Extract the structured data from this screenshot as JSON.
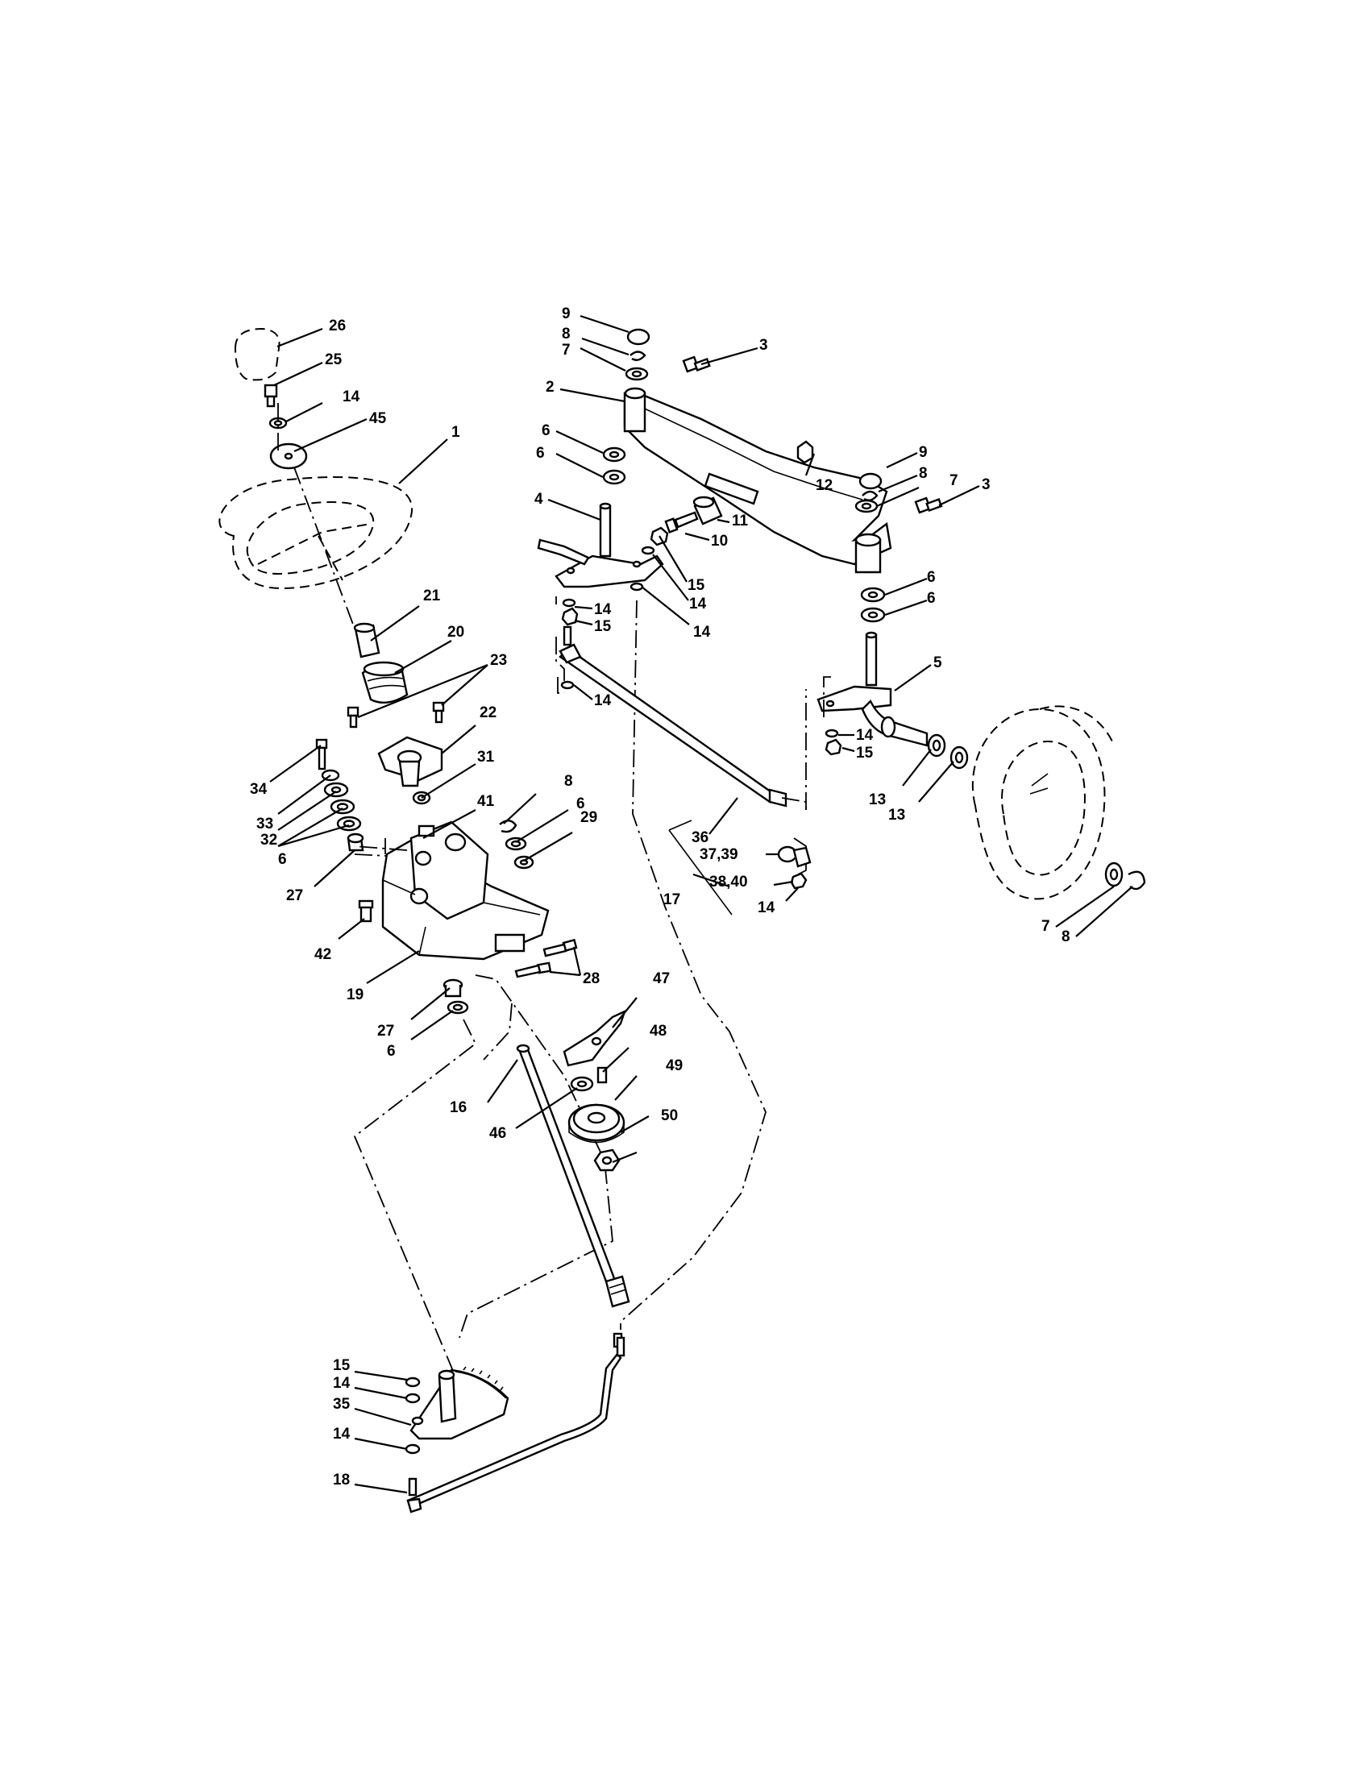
{
  "labels": {
    "l26": "26",
    "l25": "25",
    "l14a": "14",
    "l45": "45",
    "l1": "1",
    "l21": "21",
    "l20": "20",
    "l23": "23",
    "l22": "22",
    "l34": "34",
    "l33": "33",
    "l32": "32",
    "l6a": "6",
    "l31": "31",
    "l41": "41",
    "l8a": "8",
    "l6b": "6",
    "l29": "29",
    "l27a": "27",
    "l42": "42",
    "l19": "19",
    "l28": "28",
    "l27b": "27",
    "l6c": "6",
    "l9a": "9",
    "l8b": "8",
    "l7a": "7",
    "l3a": "3",
    "l2": "2",
    "l6d": "6",
    "l6e": "6",
    "l12": "12",
    "l4": "4",
    "l11": "11",
    "l10": "10",
    "l15a": "15",
    "l14b": "14",
    "l14c": "14",
    "l15b": "15",
    "l14d": "14",
    "l14e": "14",
    "l9b": "9",
    "l8c": "8",
    "l7b": "7",
    "l3b": "3",
    "l6f": "6",
    "l6g": "6",
    "l5": "5",
    "l14f": "14",
    "l15c": "15",
    "l13a": "13",
    "l13b": "13",
    "l36": "36",
    "l3739": "37,39",
    "l3840": "38,40",
    "l17": "17",
    "l14g": "14",
    "l7c": "7",
    "l8d": "8",
    "l47": "47",
    "l48": "48",
    "l49": "49",
    "l50": "50",
    "l16": "16",
    "l46": "46",
    "l15d": "15",
    "l14h": "14",
    "l35": "35",
    "l14i": "14",
    "l18": "18"
  }
}
